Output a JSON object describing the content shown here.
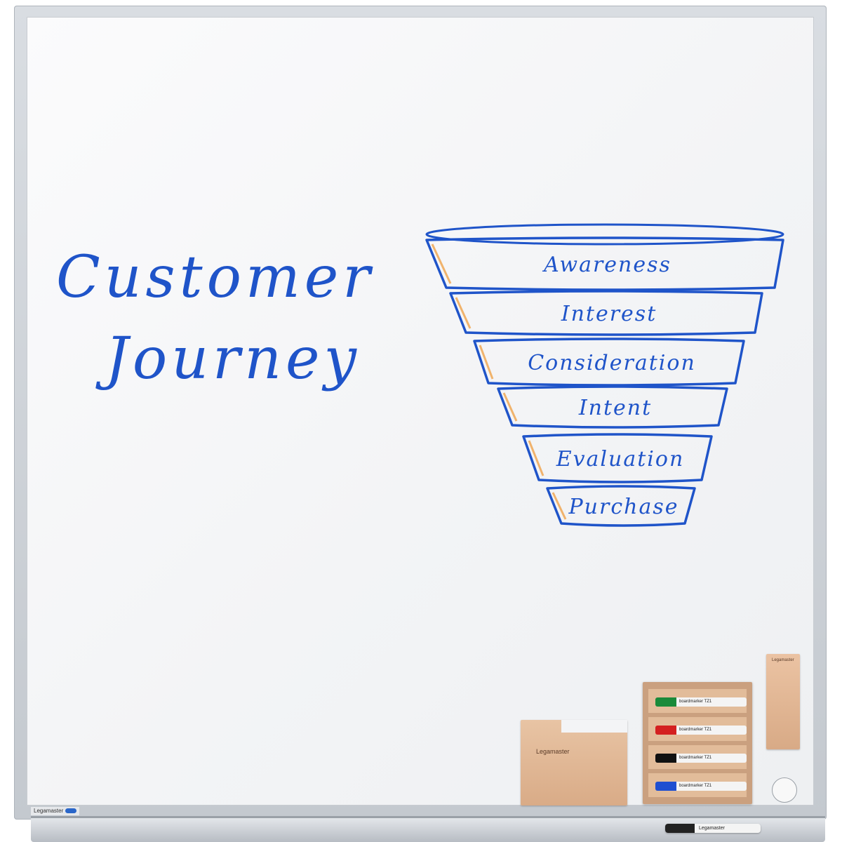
{
  "whiteboard": {
    "title_line1": "Customer",
    "title_line2": "Journey",
    "ink_color": "#1f54c9",
    "highlight_color": "#f0a34a",
    "funnel_stages": [
      "Awareness",
      "Interest",
      "Consideration",
      "Intent",
      "Evaluation",
      "Purchase"
    ]
  },
  "accessories": {
    "eraser_brand": "Legamaster",
    "pad_brand": "Legamaster",
    "marker_label": "boardmarker TZ1",
    "marker_colors": [
      "#1a8a3a",
      "#d42020",
      "#111111",
      "#1f4fd1"
    ],
    "frame_brand": "Legamaster",
    "tray_marker_brand": "Legamaster"
  }
}
